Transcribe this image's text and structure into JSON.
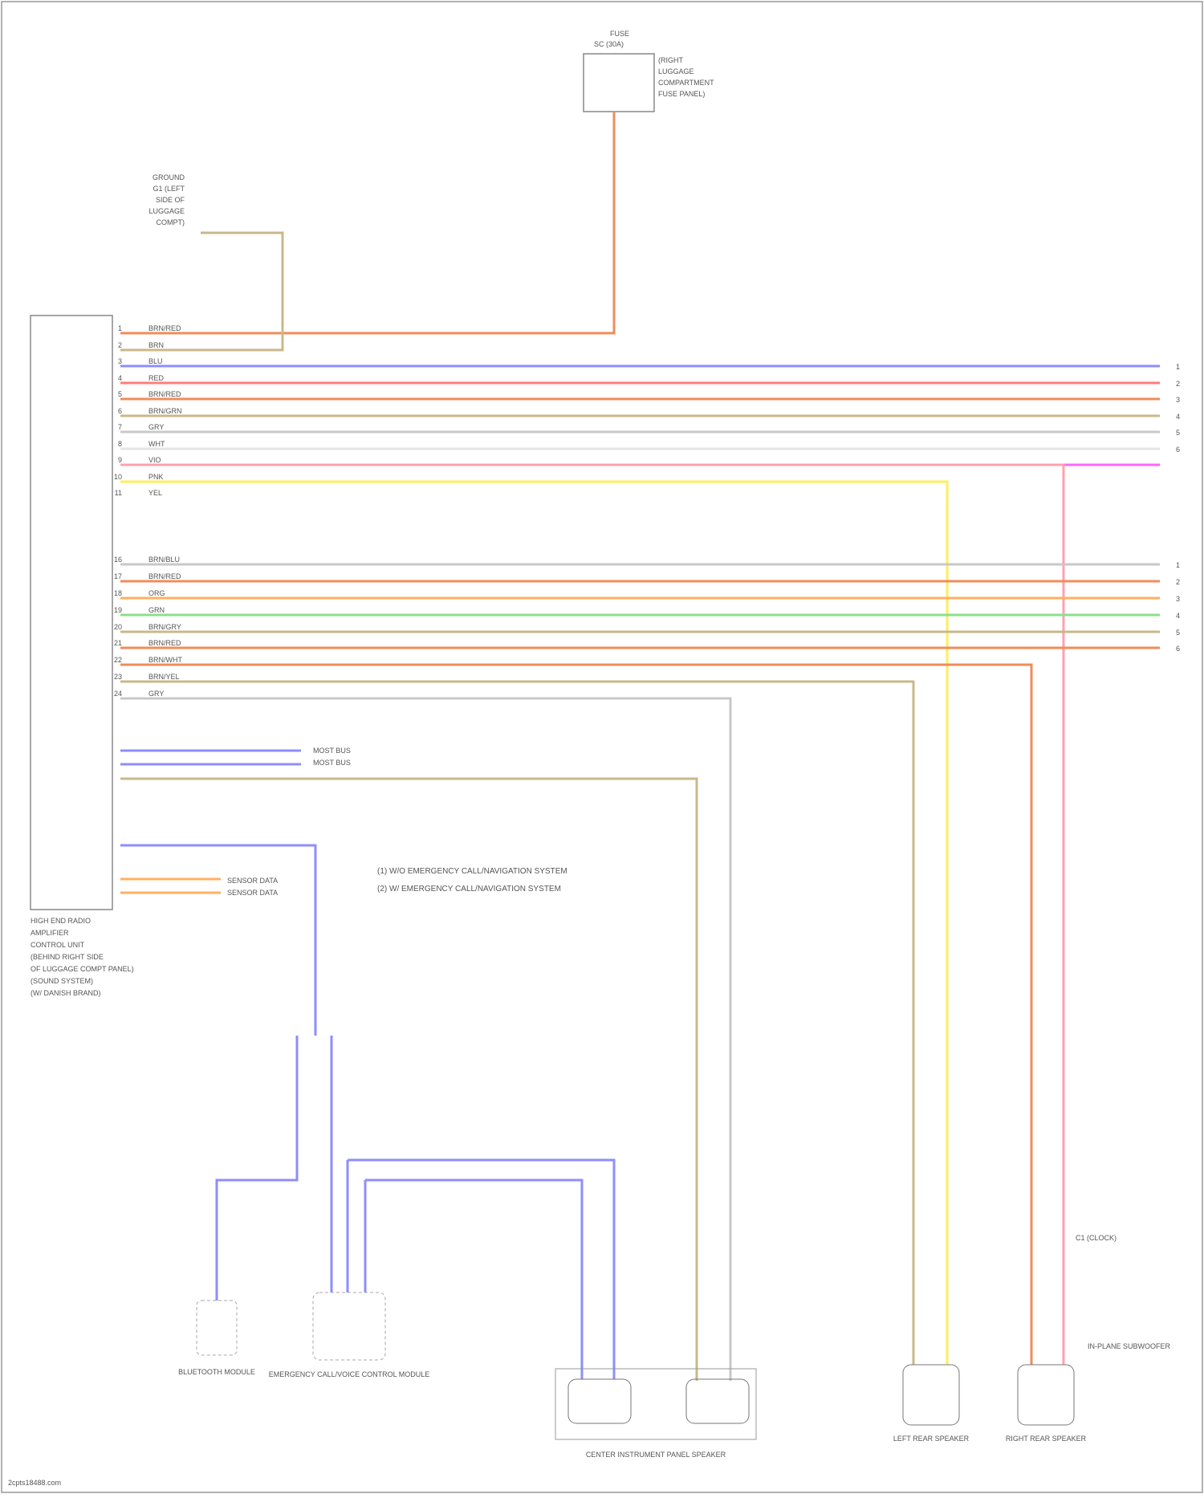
{
  "module": {
    "label_lines": [
      "HIGH END RADIO",
      "AMPLIFIER",
      "CONTROL UNIT",
      "(BEHIND RIGHT SIDE",
      "OF LUGGAGE COMPT PANEL)",
      "(SOUND SYSTEM)",
      "(W/ DANISH BRAND)"
    ]
  },
  "fuse": {
    "label_lines": [
      "FUSE",
      "SC (30A)"
    ],
    "note_lines": [
      "(RIGHT",
      "LUGGAGE",
      "COMPARTMENT",
      "FUSE PANEL)"
    ]
  },
  "ground_ref": {
    "lines": [
      "GROUND",
      "G1 (LEFT",
      "SIDE OF",
      "LUGGAGE",
      "COMPT)"
    ]
  },
  "legend": {
    "line1": "(1) W/O EMERGENCY CALL/NAVIGATION SYSTEM",
    "line2": "(2) W/ EMERGENCY CALL/NAVIGATION SYSTEM"
  },
  "pins_upper": [
    {
      "num": "1",
      "wire": "BRN/RED"
    },
    {
      "num": "2",
      "wire": "BRN"
    },
    {
      "num": "3",
      "wire": "BLU"
    },
    {
      "num": "4",
      "wire": "RED"
    },
    {
      "num": "5",
      "wire": "BRN/RED"
    },
    {
      "num": "6",
      "wire": "BRN/GRN"
    },
    {
      "num": "7",
      "wire": "GRY"
    },
    {
      "num": "8",
      "wire": "WHT"
    },
    {
      "num": "9",
      "wire": "VIO"
    },
    {
      "num": "10",
      "wire": "PNK"
    },
    {
      "num": "11",
      "wire": "YEL"
    }
  ],
  "pins_lower": [
    {
      "num": "16",
      "wire": "BRN/BLU"
    },
    {
      "num": "17",
      "wire": "BRN/RED"
    },
    {
      "num": "18",
      "wire": "ORG"
    },
    {
      "num": "19",
      "wire": "GRN"
    },
    {
      "num": "20",
      "wire": "BRN/GRY"
    },
    {
      "num": "21",
      "wire": "BRN/RED"
    },
    {
      "num": "22",
      "wire": "BRN/WHT"
    },
    {
      "num": "23",
      "wire": "BRN/YEL"
    },
    {
      "num": "24",
      "wire": "GRY"
    }
  ],
  "right_ends": [
    "1",
    "2",
    "3",
    "4",
    "5",
    "6",
    "1",
    "2",
    "3",
    "4",
    "5",
    "6"
  ],
  "speakers": [
    {
      "name": "BLUETOOTH MODULE"
    },
    {
      "name": "EMERGENCY CALL/VOICE CONTROL MODULE"
    },
    {
      "name": "CENTER INSTRUMENT PANEL SPEAKER"
    },
    {
      "name": "LEFT REAR SPEAKER"
    },
    {
      "name": "RIGHT REAR SPEAKER"
    }
  ],
  "side_refs": {
    "mute1": "MOST BUS",
    "mute2": "MOST BUS",
    "can1": "SENSOR DATA",
    "can2": "SENSOR DATA",
    "ground_right": "C1 (CLOCK)",
    "ground_right2": "IN-PLANE SUBWOOFER"
  },
  "footer": "2cpts18488.com",
  "colors": {
    "brn_red": "#f08c5a",
    "brn": "#c8b88a",
    "blu": "#8d8dff",
    "red": "#ff7c7c",
    "gry": "#c8c8c8",
    "vio": "#ff66ff",
    "pnk": "#ffa0b0",
    "yel": "#ffef5a",
    "grn": "#8ae08a",
    "org": "#ffb060"
  }
}
